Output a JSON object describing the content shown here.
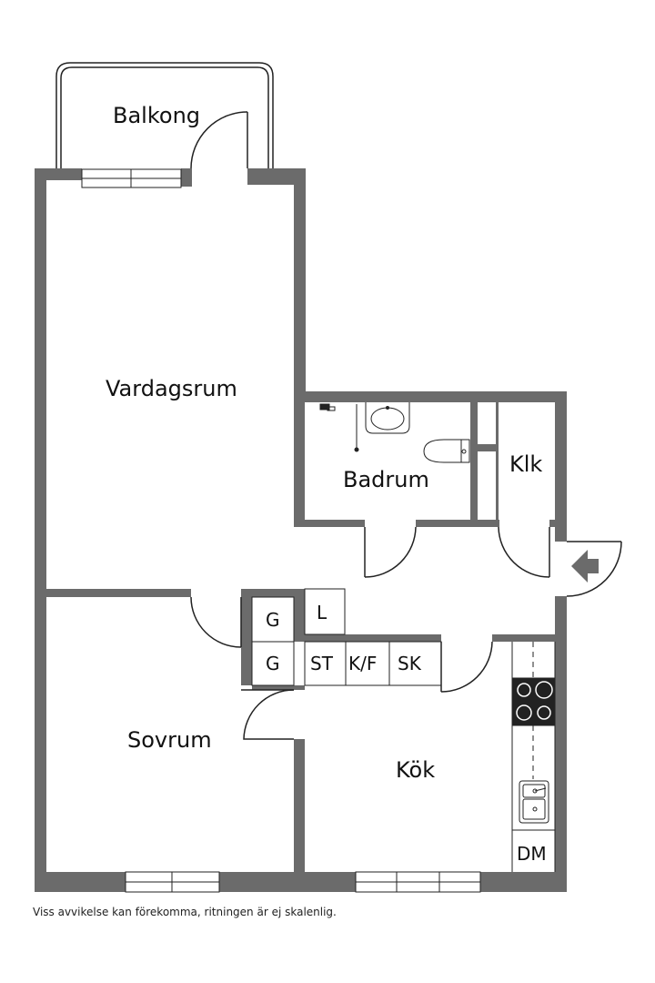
{
  "rooms": {
    "balcony": "Balkong",
    "living": "Vardagsrum",
    "bathroom": "Badrum",
    "closet": "Klk",
    "bedroom": "Sovrum",
    "kitchen": "Kök"
  },
  "storage": {
    "g1": "G",
    "g2": "G",
    "l": "L",
    "st": "ST",
    "kf": "K/F",
    "sk": "SK",
    "dm": "DM"
  },
  "footer": {
    "disclaimer": "Viss avvikelse kan förekomma, ritningen är ej skalenlig."
  },
  "colors": {
    "wall": "#6b6b6b",
    "line": "#222222"
  }
}
